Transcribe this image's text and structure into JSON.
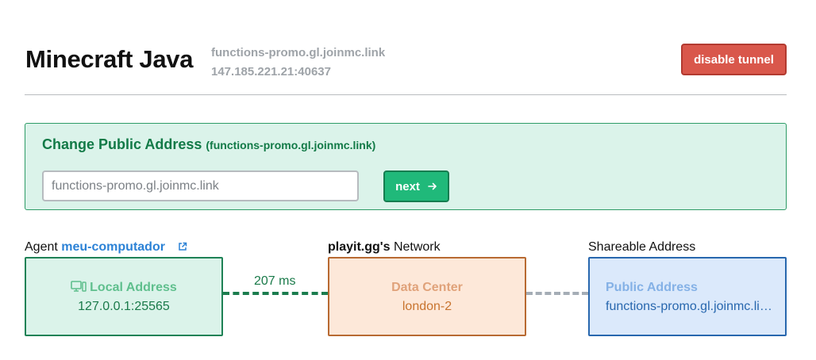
{
  "tunnel": {
    "title": "Minecraft Java",
    "domain": "functions-promo.gl.joinmc.link",
    "ip_port": "147.185.221.21:40637",
    "disable_label": "disable tunnel"
  },
  "change_address": {
    "title": "Change Public Address",
    "current": "(functions-promo.gl.joinmc.link)",
    "input_placeholder": "functions-promo.gl.joinmc.link",
    "next_label": "next",
    "next_icon": "arrow-right-icon"
  },
  "network": {
    "agent_label": "Agent",
    "agent_name": "meu-computador",
    "agent_link_icon": "external-link-icon",
    "network_owner": "playit.gg's",
    "network_label": "Network",
    "shareable_label": "Shareable Address",
    "latency": "207 ms",
    "local": {
      "icon": "computer-icon",
      "title": "Local Address",
      "value": "127.0.0.1:25565"
    },
    "datacenter": {
      "title": "Data Center",
      "value": "london-2"
    },
    "public": {
      "title": "Public Address",
      "value": "functions-promo.gl.joinmc.link"
    }
  },
  "colors": {
    "danger": "#d9574b",
    "success": "#20b97a",
    "success_dark": "#127a47",
    "link": "#2c82d6",
    "datacenter": "#b86a32",
    "public": "#2867ae"
  }
}
